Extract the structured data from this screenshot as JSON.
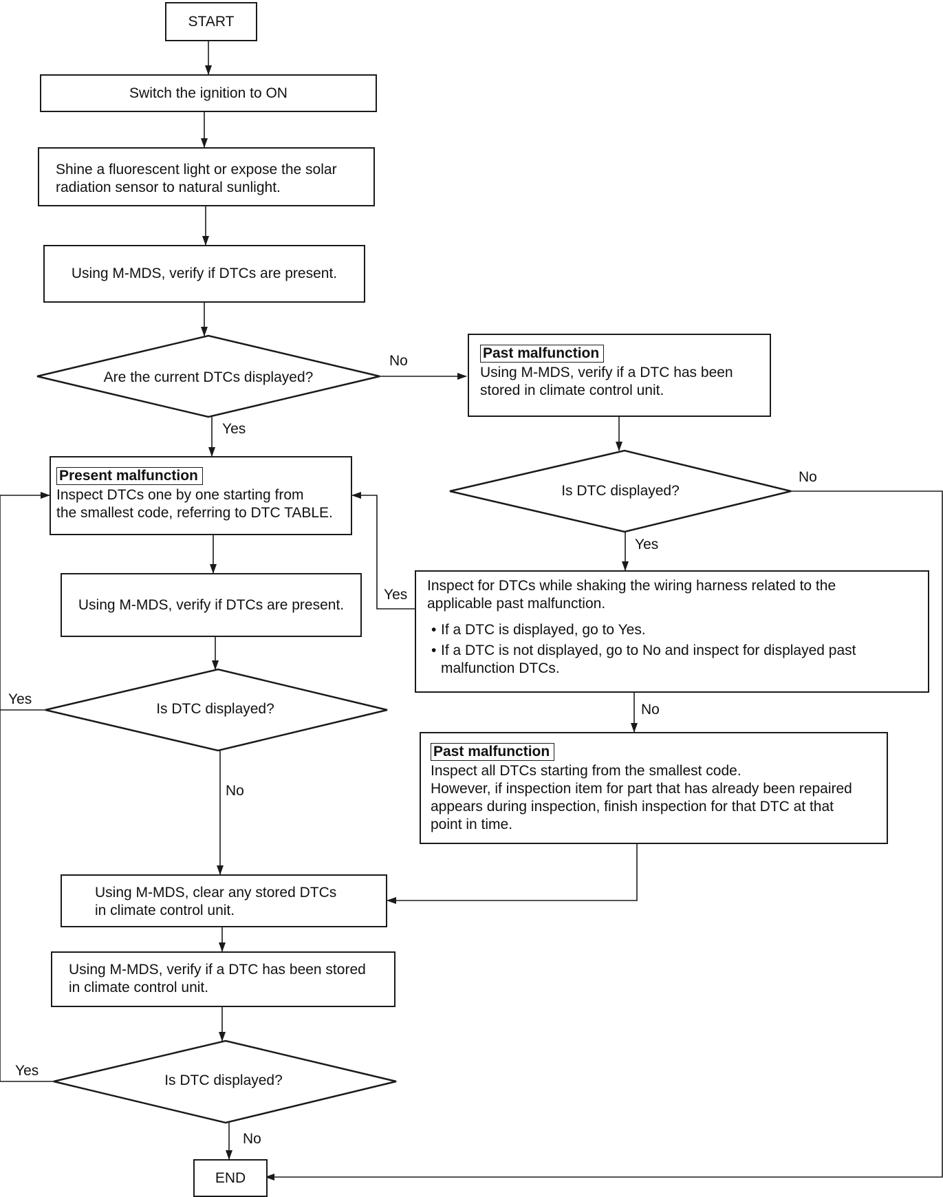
{
  "nodes": {
    "start": "START",
    "ignition": "Switch the ignition to ON",
    "shine": [
      "Shine a fluorescent light or expose the solar",
      "radiation sensor to natural sunlight."
    ],
    "verify1": "Using M-MDS, verify if DTCs are present.",
    "decision_current": "Are the current DTCs displayed?",
    "past1": {
      "tag": "Past malfunction",
      "lines": [
        "Using M-MDS, verify if a DTC has been",
        "stored in climate control unit."
      ]
    },
    "decision_past": "Is DTC displayed?",
    "present": {
      "tag": "Present malfunction",
      "lines": [
        "Inspect DTCs one by one starting from",
        "the smallest code, referring to DTC TABLE."
      ]
    },
    "verify2": "Using M-MDS, verify if DTCs are present.",
    "shake": {
      "lines": [
        "Inspect for DTCs while shaking the wiring harness related to the",
        "applicable past malfunction."
      ],
      "bullets": [
        [
          "If a DTC is displayed, go to Yes."
        ],
        [
          "If a DTC is not displayed, go to No and inspect for displayed past",
          "malfunction DTCs."
        ]
      ]
    },
    "decision_mid": "Is DTC displayed?",
    "past2": {
      "tag": "Past malfunction",
      "lines": [
        "Inspect all DTCs starting from the smallest code.",
        "However, if inspection item for part that has already been repaired",
        "appears during inspection, finish inspection for that DTC at that",
        "point in time."
      ]
    },
    "clear": [
      "Using M-MDS, clear any stored DTCs",
      "in climate control unit."
    ],
    "verify3": [
      "Using M-MDS, verify if a DTC has been stored",
      "in climate control unit."
    ],
    "decision_final": "Is DTC displayed?",
    "end": "END"
  },
  "edge_labels": {
    "current_no": "No",
    "current_yes": "Yes",
    "past_no": "No",
    "past_yes": "Yes",
    "shake_yes": "Yes",
    "shake_no": "No",
    "mid_yes": "Yes",
    "mid_no": "No",
    "final_yes": "Yes",
    "final_no": "No"
  }
}
